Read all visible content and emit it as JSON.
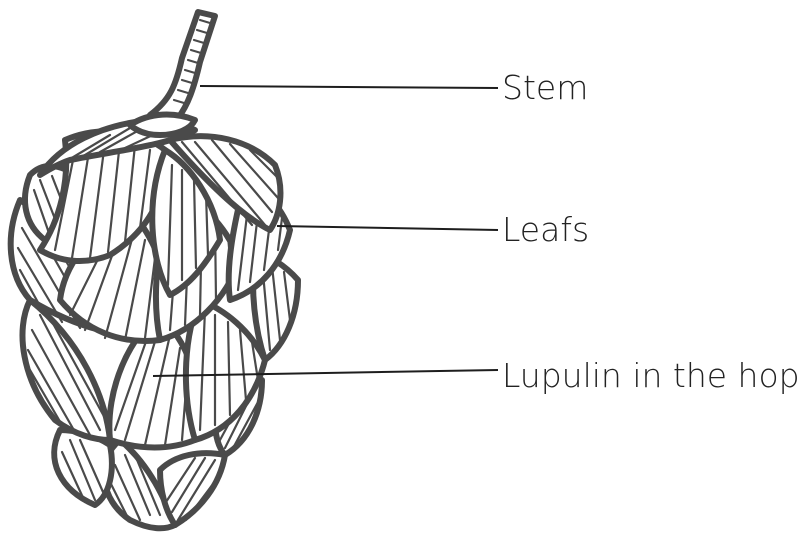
{
  "labels": {
    "stem": "Stem",
    "leafs": "Leafs",
    "lupulin": "Lupulin in the hop"
  },
  "icons": {
    "hop_cone": "hop-cone-illustration"
  },
  "colors": {
    "ink": "#4a4a4a",
    "leader": "#1e1e1e",
    "text": "#222222",
    "background": "#ffffff"
  }
}
